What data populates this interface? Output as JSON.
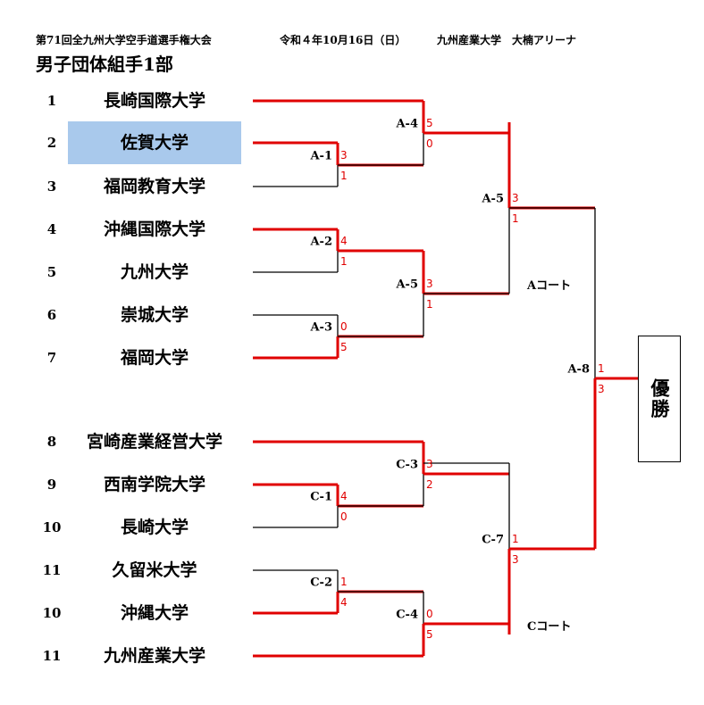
{
  "header": {
    "tournament": "第71回全九州大学空手道選手権大会",
    "date": "令和４年10月16日（日）",
    "venue": "九州産業大学　大楠アリーナ"
  },
  "title": "男子団体組手1部",
  "colors": {
    "winner_line": "#e00000",
    "loser_line": "#000000",
    "highlight": "#a9c9ec"
  },
  "teams": [
    {
      "seed": "1",
      "name": "長崎国際大学",
      "highlight": false
    },
    {
      "seed": "2",
      "name": "佐賀大学",
      "highlight": true
    },
    {
      "seed": "3",
      "name": "福岡教育大学",
      "highlight": false
    },
    {
      "seed": "4",
      "name": "沖縄国際大学",
      "highlight": false
    },
    {
      "seed": "5",
      "name": "九州大学",
      "highlight": false
    },
    {
      "seed": "6",
      "name": "崇城大学",
      "highlight": false
    },
    {
      "seed": "7",
      "name": "福岡大学",
      "highlight": false
    },
    {
      "seed": "8",
      "name": "宮崎産業経営大学",
      "highlight": false
    },
    {
      "seed": "9",
      "name": "西南学院大学",
      "highlight": false
    },
    {
      "seed": "10",
      "name": "長崎大学",
      "highlight": false
    },
    {
      "seed": "11",
      "name": "久留米大学",
      "highlight": false
    },
    {
      "seed": "10",
      "name": "沖縄大学",
      "highlight": false
    },
    {
      "seed": "11",
      "name": "九州産業大学",
      "highlight": false
    }
  ],
  "matches": [
    {
      "id": "A-1",
      "top_score": "3",
      "bottom_score": "1",
      "winner": "top"
    },
    {
      "id": "A-2",
      "top_score": "4",
      "bottom_score": "1",
      "winner": "top"
    },
    {
      "id": "A-3",
      "top_score": "0",
      "bottom_score": "5",
      "winner": "bottom"
    },
    {
      "id": "A-4",
      "top_score": "5",
      "bottom_score": "0",
      "winner": "top"
    },
    {
      "id": "A-5",
      "top_score": "3",
      "bottom_score": "1",
      "winner": "top"
    },
    {
      "id": "A-5",
      "top_score": "3",
      "bottom_score": "1",
      "winner": "top"
    },
    {
      "id": "C-1",
      "top_score": "4",
      "bottom_score": "0",
      "winner": "top"
    },
    {
      "id": "C-2",
      "top_score": "1",
      "bottom_score": "4",
      "winner": "bottom"
    },
    {
      "id": "C-3",
      "top_score": "3",
      "bottom_score": "2",
      "winner": "top"
    },
    {
      "id": "C-4",
      "top_score": "0",
      "bottom_score": "5",
      "winner": "bottom"
    },
    {
      "id": "C-7",
      "top_score": "1",
      "bottom_score": "3",
      "winner": "bottom"
    },
    {
      "id": "A-8",
      "top_score": "1",
      "bottom_score": "3",
      "winner": "bottom"
    }
  ],
  "courts": {
    "a": "Aコート",
    "c": "Cコート"
  },
  "winner_label": "優勝"
}
